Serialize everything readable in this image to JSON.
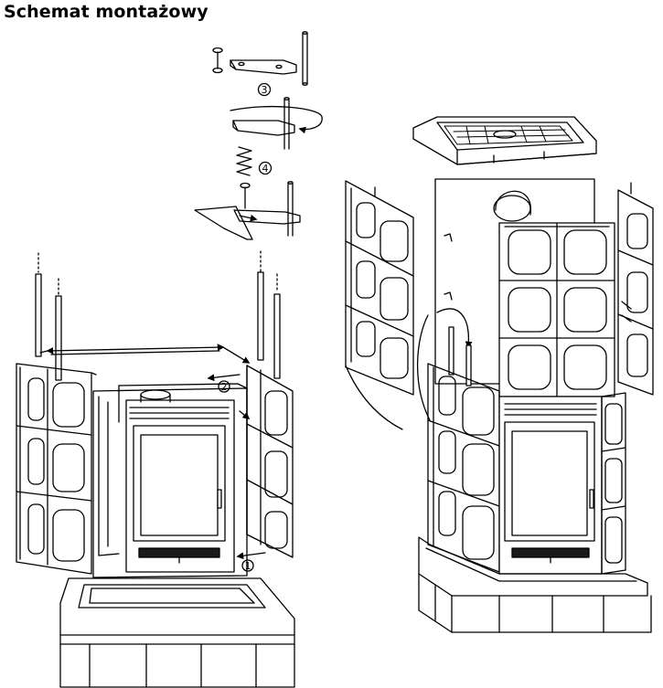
{
  "title": "Schemat montażowy",
  "callouts": [
    "①",
    "②",
    "③",
    "④"
  ],
  "colors": {
    "line": "#000000",
    "background": "#ffffff",
    "tile_shadow": "#3a3a3a"
  }
}
